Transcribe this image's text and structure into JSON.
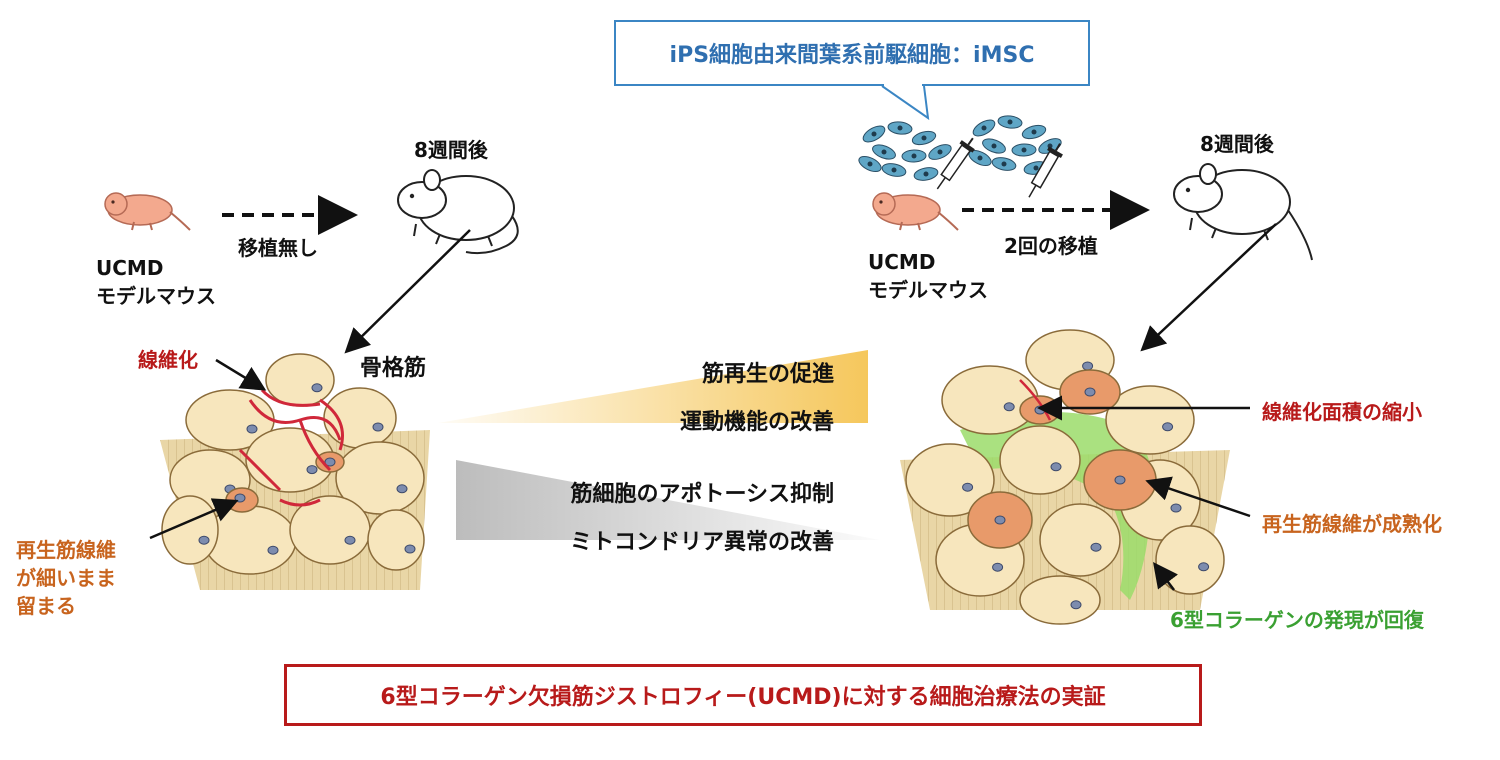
{
  "callout": {
    "title": "iPS細胞由来間葉系前駆細胞：iMSC"
  },
  "left": {
    "time_label": "8週間後",
    "model_line1": "UCMD",
    "model_line2": "モデルマウス",
    "arrow_label": "移植無し",
    "muscle_label": "骨格筋",
    "fibrosis_label": "線維化",
    "regen_line1": "再生筋線維",
    "regen_line2": "が細いまま",
    "regen_line3": "留まる"
  },
  "right": {
    "time_label": "8週間後",
    "model_line1": "UCMD",
    "model_line2": "モデルマウス",
    "arrow_label": "2回の移植",
    "fibrosis_label": "線維化面積の縮小",
    "regen_label": "再生筋線維が成熟化",
    "collagen_label": "6型コラーゲンの発現が回復"
  },
  "effects": {
    "upper": [
      "筋再生の促進",
      "運動機能の改善"
    ],
    "lower": [
      "筋細胞のアポトーシス抑制",
      "ミトコンドリア異常の改善"
    ]
  },
  "footer": {
    "title": "6型コラーゲン欠損筋ジストロフィー(UCMD)に対する細胞治療法の実証"
  },
  "colors": {
    "red": "#b81a1a",
    "orange": "#c8641e",
    "green": "#3aa032",
    "blue": "#2f6fb0",
    "fiber": "#f7e6bd",
    "nucleus": "#7d8cae",
    "regen_fiber": "#e89a6a",
    "collagen": "#9bdc6a",
    "yellow_wedge": "#f4c14a",
    "gray_wedge": "#c8c8c8",
    "pup": "#f3a98e",
    "cell": "#5fa6c6"
  }
}
